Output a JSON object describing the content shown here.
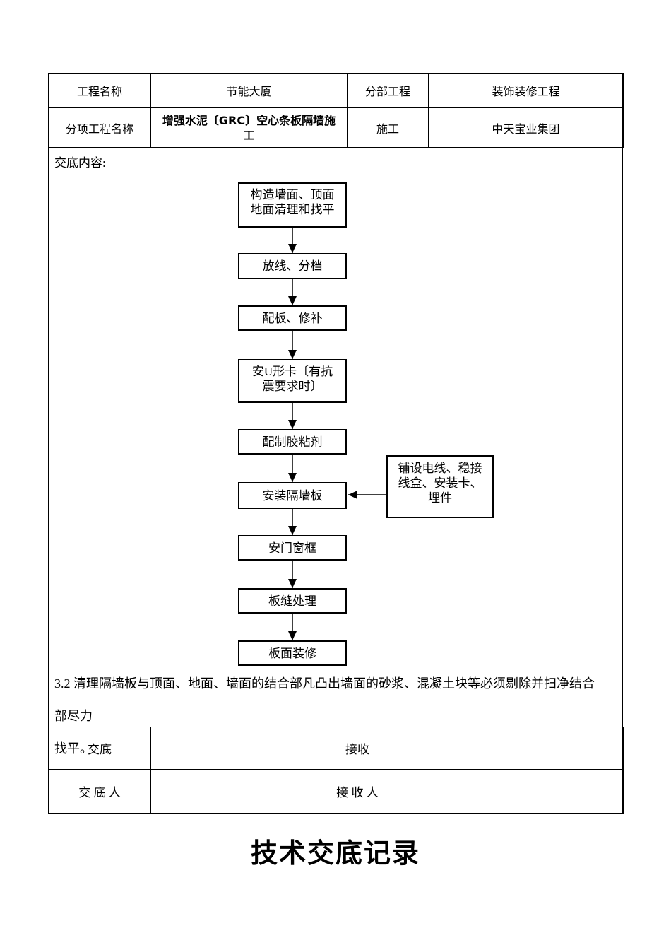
{
  "document": {
    "title": "技术交底记录",
    "header": {
      "project_name_label": "工程名称",
      "project_name_value": "节能大厦",
      "division_label": "分部工程",
      "division_value": "装饰装修工程",
      "sub_project_label": "分项工程名称",
      "sub_project_value": "增强水泥〔GRC〕空心条板隔墙施\n工",
      "construction_label": "施工",
      "construction_value": "中天宝业集团"
    },
    "content": {
      "section_label": "交底内容:",
      "note": "3.2 清理隔墙板与顶面、地面、墙面的结合部凡凸出墙面的砂浆、混凝土块等必须剔除并扫净结合部尽力\n找平。"
    },
    "flowchart": {
      "steps": [
        {
          "label": "构造墙面、顶面\n地面清理和找平"
        },
        {
          "label": "放线、分档"
        },
        {
          "label": "配板、修补"
        },
        {
          "label": "安U形卡〔有抗\n震要求时〕"
        },
        {
          "label": "配制胶粘剂"
        },
        {
          "label": "安装隔墙板"
        },
        {
          "label": "安门窗框"
        },
        {
          "label": "板缝处理"
        },
        {
          "label": "板面装修"
        }
      ],
      "side_note": "铺设电线、稳接\n线盒、安装卡、\n埋件"
    },
    "signature": {
      "give_label": "交底",
      "receive_label": "接收",
      "give_person_label": "交 底 人",
      "receive_person_label": "接 收 人"
    },
    "colors": {
      "ink": "#000000",
      "paper": "#ffffff"
    }
  }
}
